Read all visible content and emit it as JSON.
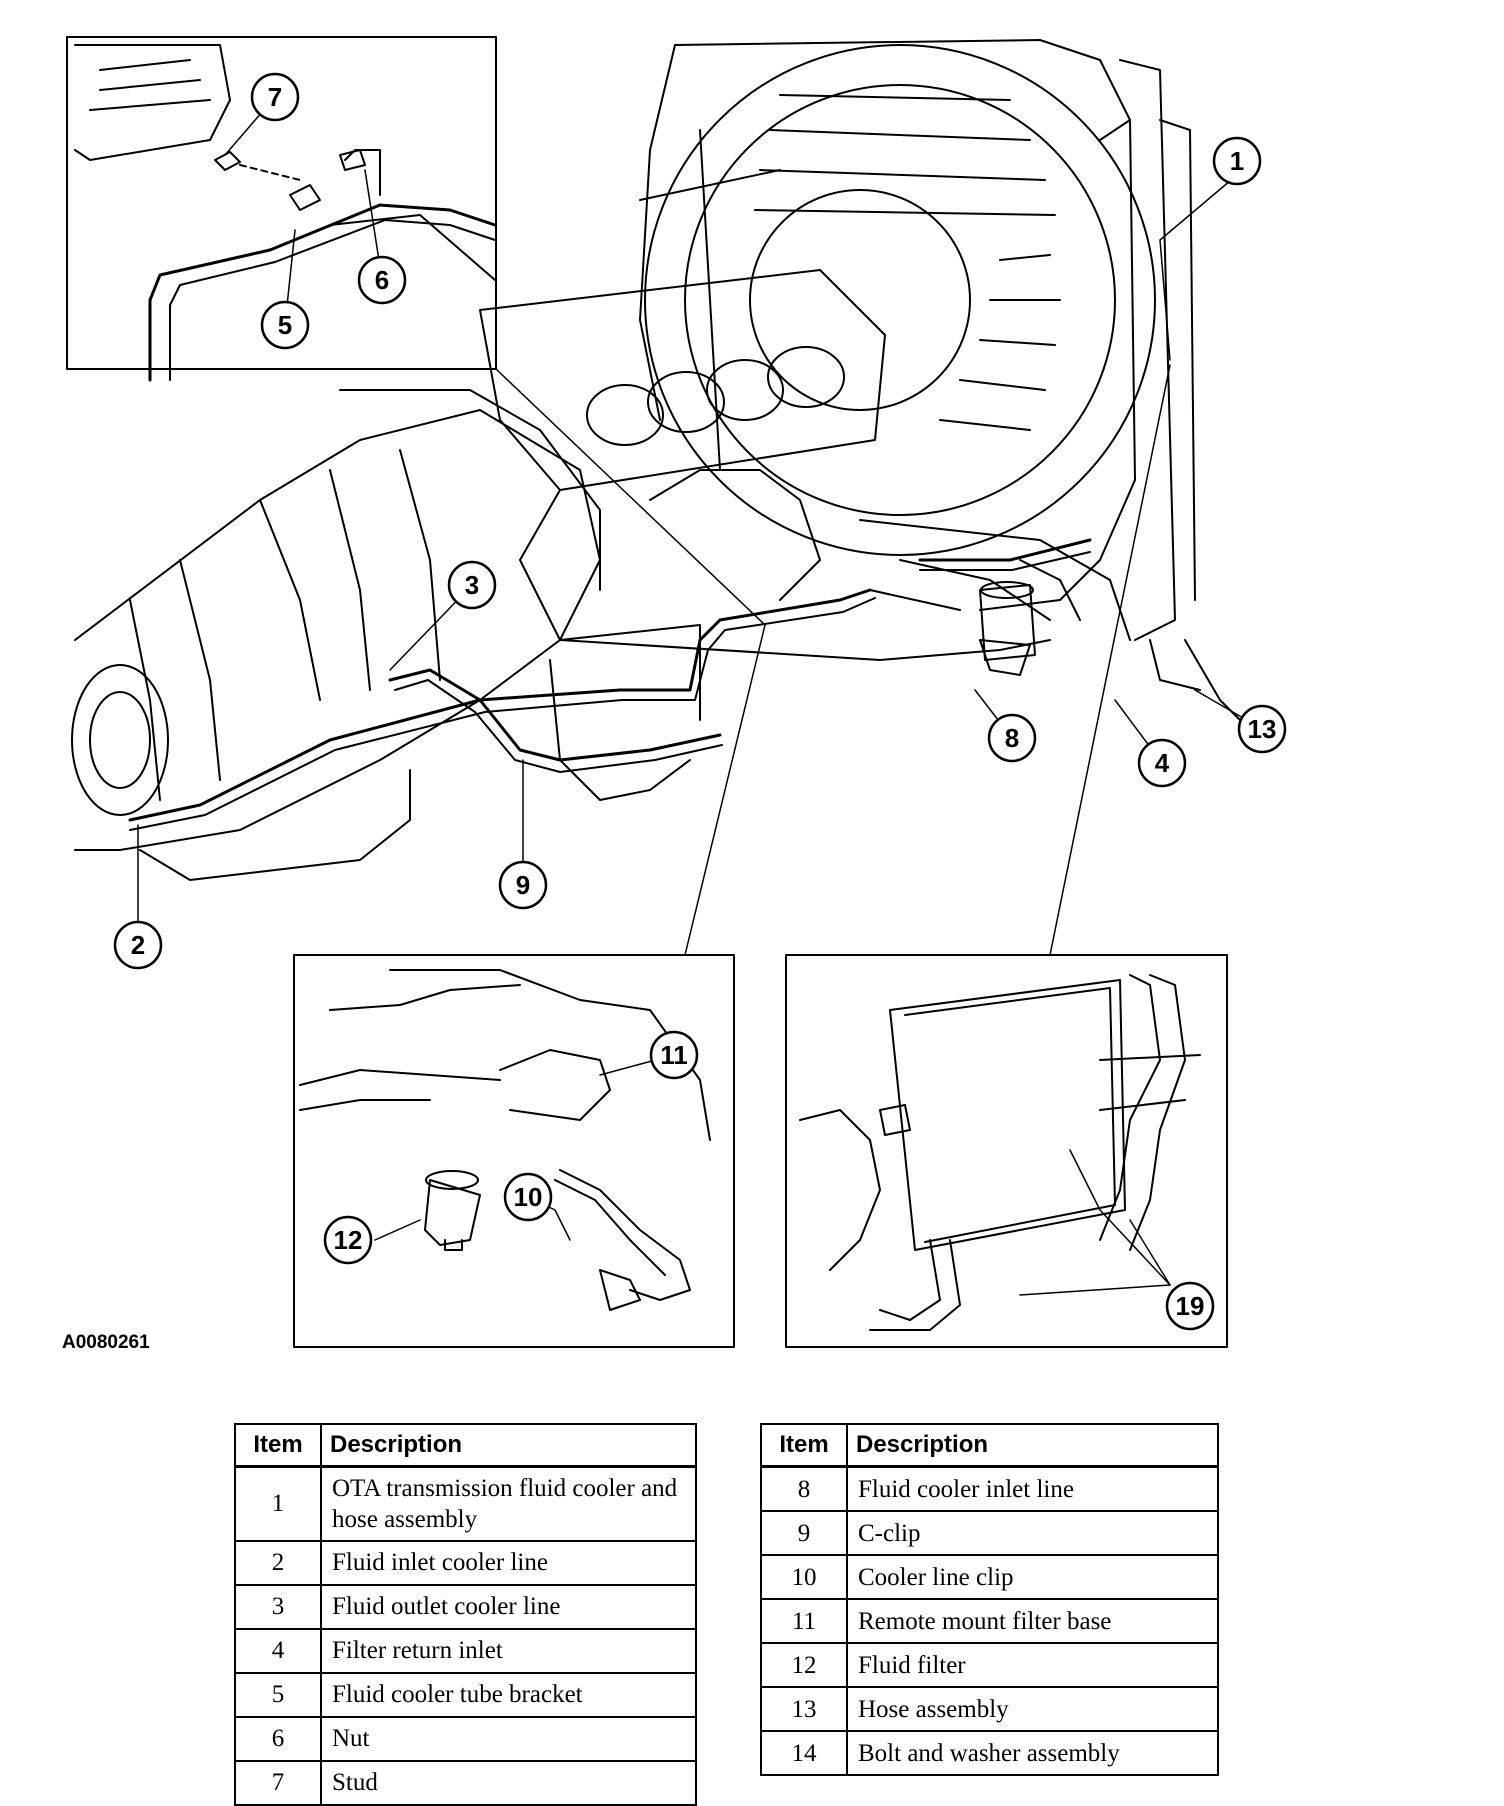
{
  "figure_id": "A0080261",
  "callouts": [
    "1",
    "2",
    "3",
    "4",
    "5",
    "6",
    "7",
    "8",
    "9",
    "10",
    "11",
    "12",
    "13",
    "19"
  ],
  "legend": {
    "header_item": "Item",
    "header_description": "Description",
    "left_rows": [
      {
        "item": "1",
        "description": "OTA transmission fluid cooler and hose assembly"
      },
      {
        "item": "2",
        "description": "Fluid inlet cooler line"
      },
      {
        "item": "3",
        "description": "Fluid outlet cooler line"
      },
      {
        "item": "4",
        "description": "Filter return inlet"
      },
      {
        "item": "5",
        "description": "Fluid cooler tube bracket"
      },
      {
        "item": "6",
        "description": "Nut"
      },
      {
        "item": "7",
        "description": "Stud"
      }
    ],
    "right_rows": [
      {
        "item": "8",
        "description": "Fluid cooler inlet line"
      },
      {
        "item": "9",
        "description": "C-clip"
      },
      {
        "item": "10",
        "description": "Cooler line clip"
      },
      {
        "item": "11",
        "description": "Remote mount filter base"
      },
      {
        "item": "12",
        "description": "Fluid filter"
      },
      {
        "item": "13",
        "description": "Hose assembly"
      },
      {
        "item": "14",
        "description": "Bolt and washer assembly"
      }
    ]
  }
}
